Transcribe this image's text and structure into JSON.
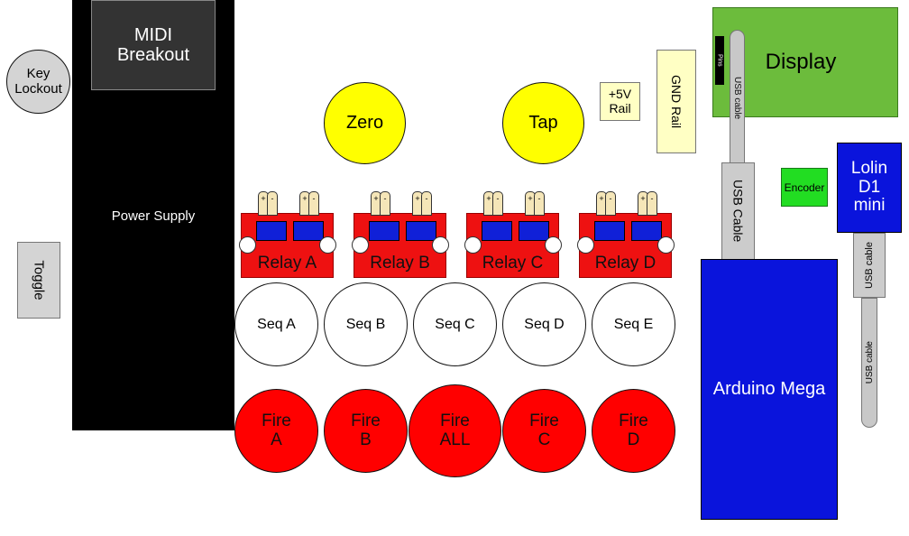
{
  "power_supply": {
    "label": "Power Supply"
  },
  "midi_breakout": {
    "label": "MIDI\nBreakout"
  },
  "key_lockout": {
    "label": "Key\nLockout"
  },
  "toggle": {
    "label": "Toggle"
  },
  "buttons": {
    "zero": "Zero",
    "tap": "Tap"
  },
  "relays": [
    {
      "label": "Relay A"
    },
    {
      "label": "Relay B"
    },
    {
      "label": "Relay C"
    },
    {
      "label": "Relay D"
    }
  ],
  "relay_pin_marks": {
    "plus": "+",
    "minus": "-"
  },
  "seq_buttons": [
    {
      "label": "Seq A"
    },
    {
      "label": "Seq B"
    },
    {
      "label": "Seq C"
    },
    {
      "label": "Seq D"
    },
    {
      "label": "Seq E"
    }
  ],
  "fire_buttons": [
    {
      "label": "Fire\nA"
    },
    {
      "label": "Fire\nB"
    },
    {
      "label": "Fire\nALL"
    },
    {
      "label": "Fire\nC"
    },
    {
      "label": "Fire\nD"
    }
  ],
  "rails": {
    "plus5v": "+5V\nRail",
    "gnd": "GND Rail"
  },
  "display": {
    "label": "Display",
    "pins": "Pins"
  },
  "usb": {
    "cable_small_1": "USB cable",
    "cable_box": "USB Cable",
    "cable_box_2": "USB cable",
    "cable_small_2": "USB cable"
  },
  "encoder": {
    "label": "Encoder"
  },
  "lolin": {
    "label": "Lolin\nD1\nmini"
  },
  "arduino_mega": {
    "label": "Arduino Mega"
  },
  "colors": {
    "fire": "#ff0000",
    "yellow": "#ffff00",
    "relay": "#ee1111",
    "blue": "#0a14dc",
    "green": "#6cbc3c",
    "encoder": "#22dd22"
  }
}
